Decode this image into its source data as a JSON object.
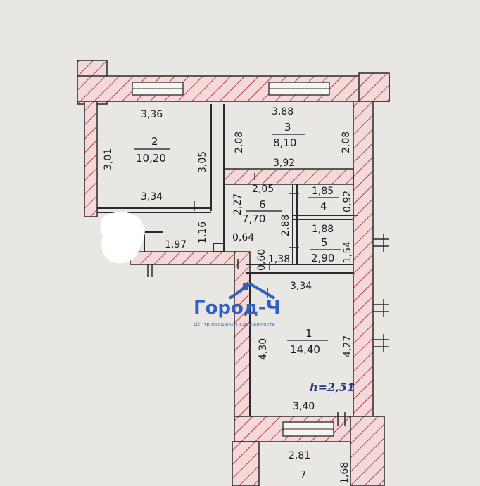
{
  "rooms": [
    {
      "id": "2",
      "number": "2",
      "area": "10,20",
      "dims": [
        "3,36",
        "3,01",
        "3,05",
        "3,34"
      ]
    },
    {
      "id": "3",
      "number": "3",
      "area": "8,10",
      "dims": [
        "3,88",
        "2,08",
        "2,08",
        "3,92"
      ]
    },
    {
      "id": "6",
      "number": "6",
      "area": "7,70",
      "dims": [
        "2,05",
        "2,27",
        "2,88"
      ]
    },
    {
      "id": "4",
      "number": "4",
      "dims": [
        "1,85",
        "0,92"
      ]
    },
    {
      "id": "5",
      "number": "5",
      "area": "2,90",
      "dims": [
        "1,88",
        "1,54"
      ]
    },
    {
      "id": "1",
      "number": "1",
      "area": "14,40",
      "dims": [
        "3,34",
        "4,30",
        "4,27",
        "3,40"
      ]
    },
    {
      "id": "7",
      "number": "7",
      "dims": [
        "2,81",
        "1,68"
      ]
    }
  ],
  "corridor_dims": [
    "1,16",
    "1,97",
    "0,64",
    "0,60",
    "1,38"
  ],
  "ceiling_height": "h=2,51",
  "watermark": {
    "title": "Город-Ч",
    "subtitle": "Центр продажи недвижимости"
  },
  "colors": {
    "wall_fill": "#f3d9d9",
    "hatch": "#b04040",
    "line": "#2a2a2a",
    "paper": "#e9e7e4",
    "logo": "#2d61c4"
  }
}
